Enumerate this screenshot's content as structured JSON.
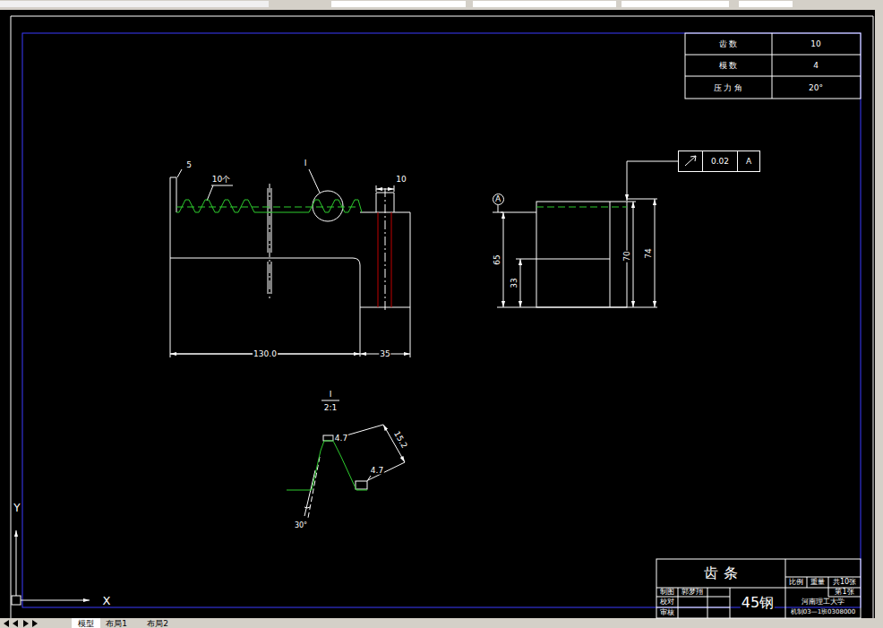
{
  "diagram": {
    "nodes": [
      {
        "text": [
          "A"
        ]
      },
      {
        "text": [
          "0.02",
          "A"
        ]
      }
    ],
    "labels": [
      "齿 数",
      "10",
      "模 数",
      "4",
      "压 力 角",
      "20°",
      "5",
      "10个",
      "I",
      "10",
      "130.0",
      "35",
      "65",
      "33",
      "70",
      "74",
      "I",
      "2:1",
      "4.7",
      "15.2",
      "4.7",
      "30°",
      "齿 条",
      "比例",
      "重量",
      "共10张",
      "第1张",
      "制图",
      "郭梦翔",
      "校对",
      "审核",
      "45钢",
      "河南理工大学",
      "机制03—1班0308000",
      "模型",
      "布局1",
      "布局2",
      "Y",
      "X"
    ]
  }
}
